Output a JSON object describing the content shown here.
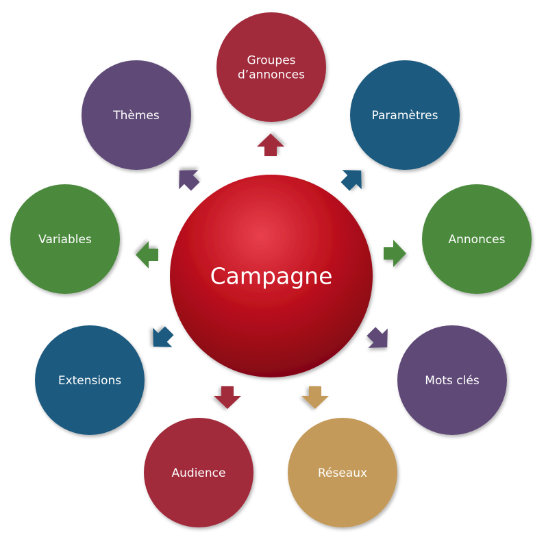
{
  "center": {
    "label": "Campagne",
    "color": "#b5101e"
  },
  "nodes": [
    {
      "id": "groupes-annonces",
      "lines": [
        "Groupes",
        "d’annonces"
      ],
      "color": "#a12a3a"
    },
    {
      "id": "parametres",
      "lines": [
        "Paramètres"
      ],
      "color": "#1e5a7f"
    },
    {
      "id": "annonces",
      "lines": [
        "Annonces"
      ],
      "color": "#4b8a3e"
    },
    {
      "id": "mots-cles",
      "lines": [
        "Mots clés"
      ],
      "color": "#5e4877"
    },
    {
      "id": "reseaux",
      "lines": [
        "Réseaux"
      ],
      "color": "#c49a5a"
    },
    {
      "id": "audience",
      "lines": [
        "Audience"
      ],
      "color": "#a12a3a"
    },
    {
      "id": "extensions",
      "lines": [
        "Extensions"
      ],
      "color": "#1e5a7f"
    },
    {
      "id": "variables",
      "lines": [
        "Variables"
      ],
      "color": "#4b8a3e"
    },
    {
      "id": "themes",
      "lines": [
        "Thèmes"
      ],
      "color": "#5e4877"
    }
  ]
}
